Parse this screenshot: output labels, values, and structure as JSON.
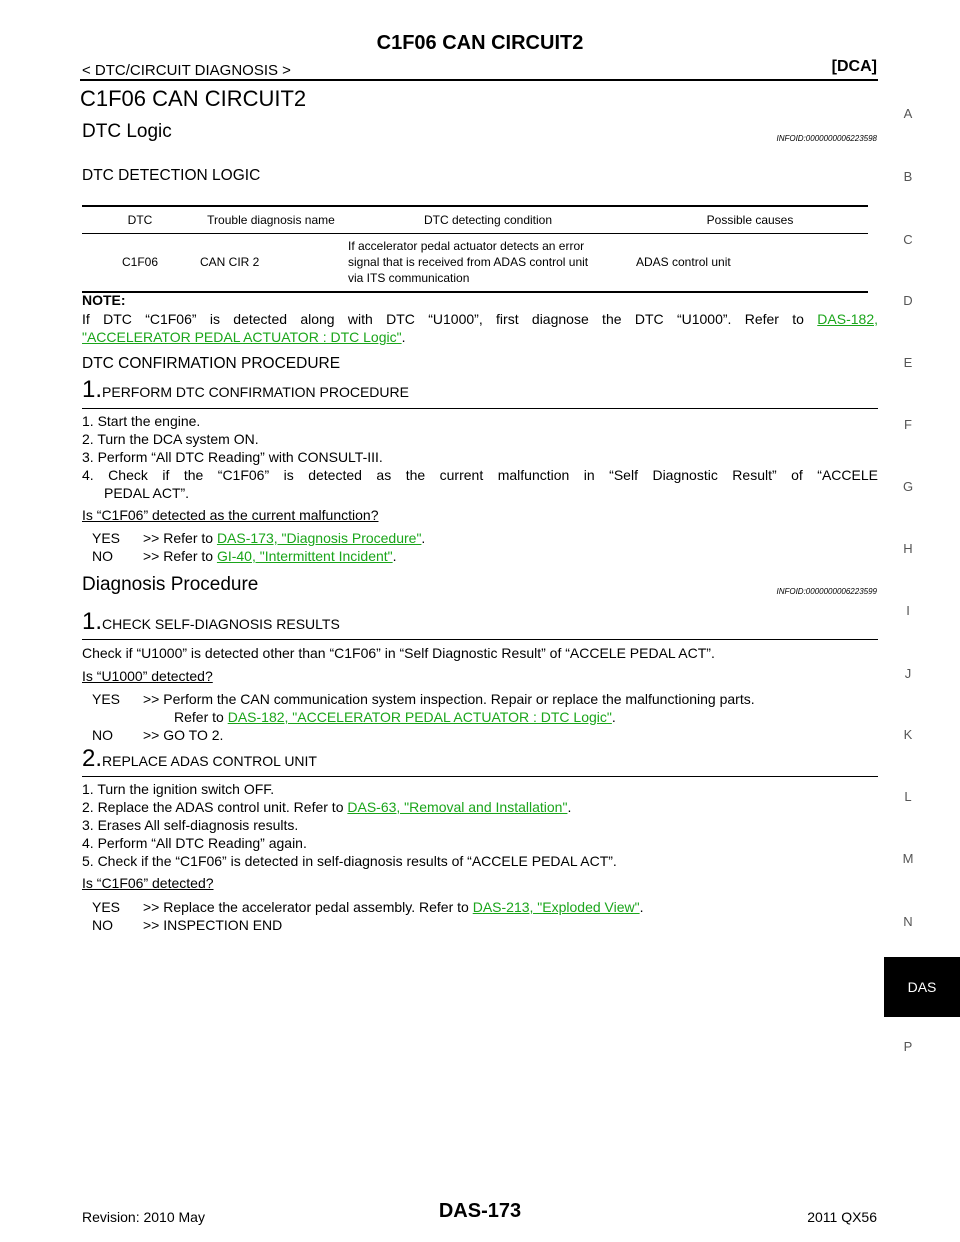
{
  "header": {
    "title": "C1F06 CAN CIRCUIT2",
    "breadcrumb": "< DTC/CIRCUIT DIAGNOSIS >",
    "tag": "[DCA]"
  },
  "page_title": "C1F06 CAN CIRCUIT2",
  "dtc_logic": {
    "heading": "DTC Logic",
    "infoid": "INFOID:0000000006223598",
    "subheading": "DTC DETECTION LOGIC",
    "table": {
      "headers": [
        "DTC",
        "Trouble diagnosis name",
        "DTC detecting condition",
        "Possible causes"
      ],
      "row": {
        "dtc": "C1F06",
        "name": "CAN CIR 2",
        "condition_lines": [
          "If accelerator pedal actuator detects an error",
          "signal that is received from ADAS control unit",
          "via ITS communication"
        ],
        "causes": "ADAS control unit"
      }
    },
    "note_label": "NOTE:",
    "note_text": "If DTC “C1F06” is detected along with DTC “U1000”, first diagnose the DTC “U1000”. Refer to",
    "note_link_1": "DAS-182,",
    "note_link_2": "\"ACCELERATOR PEDAL ACTUATOR : DTC Logic\"",
    "period": "."
  },
  "confirmation": {
    "heading": "DTC CONFIRMATION PROCEDURE",
    "step_number": "1.",
    "step_title": "PERFORM DTC CONFIRMATION PROCEDURE",
    "items": [
      "1.  Start the engine.",
      "2.  Turn the DCA system ON.",
      "3.  Perform “All DTC Reading” with CONSULT-III."
    ],
    "item4_a": "4.  Check if the “C1F06” is detected as the current malfunction in “Self Diagnostic Result” of “ACCELE",
    "item4_b": "PEDAL ACT”.",
    "question": "Is “C1F06” detected as the current malfunction?",
    "yes_label": "YES",
    "yes_text": ">> Refer to",
    "yes_link": "DAS-173, \"Diagnosis Procedure\"",
    "no_label": "NO",
    "no_text": ">> Refer to",
    "no_link": "GI-40, \"Intermittent Incident\"",
    "period": "."
  },
  "diagnosis": {
    "heading": "Diagnosis Procedure",
    "infoid": "INFOID:0000000006223599",
    "step1_number": "1.",
    "step1_title": "CHECK SELF-DIAGNOSIS RESULTS",
    "step1_text": "Check if “U1000” is detected other than “C1F06” in “Self Diagnostic Result” of “ACCELE PEDAL ACT”.",
    "step1_question": "Is “U1000” detected?",
    "step1_yes_label": "YES",
    "step1_yes_text": ">> Perform the CAN communication system inspection. Repair or replace the malfunctioning parts.",
    "step1_yes_refer": "Refer to",
    "step1_yes_link": "DAS-182, \"ACCELERATOR PEDAL ACTUATOR : DTC Logic\"",
    "step1_no_label": "NO",
    "step1_no_text": ">> GO TO 2.",
    "step2_number": "2.",
    "step2_title": "REPLACE ADAS CONTROL UNIT",
    "step2_item1": "1.  Turn the ignition switch OFF.",
    "step2_item2_text": "2.  Replace the ADAS control unit. Refer to",
    "step2_item2_link": "DAS-63, \"Removal and Installation\"",
    "step2_item3": "3.  Erases All self-diagnosis results.",
    "step2_item4": "4.  Perform “All DTC Reading” again.",
    "step2_item5": "5.  Check if the “C1F06” is detected in self-diagnosis results of “ACCELE PEDAL ACT”.",
    "step2_question": "Is “C1F06” detected?",
    "step2_yes_label": "YES",
    "step2_yes_text": ">> Replace the accelerator pedal assembly. Refer to",
    "step2_yes_link": "DAS-213, \"Exploded View\"",
    "step2_no_label": "NO",
    "step2_no_text": ">> INSPECTION END",
    "period": "."
  },
  "sidebar": {
    "letters": [
      "A",
      "B",
      "C",
      "D",
      "E",
      "F",
      "G",
      "H",
      "I",
      "J",
      "K",
      "L",
      "M",
      "N",
      "P"
    ],
    "section_tab": "DAS"
  },
  "footer": {
    "revision": "Revision: 2010 May",
    "page_number": "DAS-173",
    "model": "2011 QX56"
  },
  "colors": {
    "link": "#1aa51a"
  }
}
